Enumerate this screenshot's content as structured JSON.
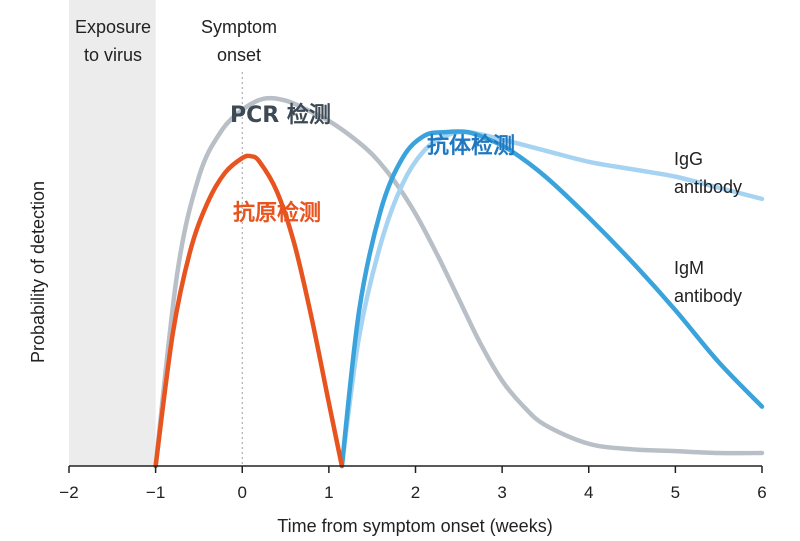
{
  "chart_data": {
    "type": "line",
    "xlabel": "Time from symptom onset (weeks)",
    "ylabel": "Probability of detection",
    "xlim": [
      -2,
      6
    ],
    "ylim": [
      0,
      1
    ],
    "xticks": [
      -2,
      -1,
      0,
      1,
      2,
      3,
      4,
      5,
      6
    ],
    "xtick_labels": [
      "−2",
      "−1",
      "0",
      "1",
      "2",
      "3",
      "4",
      "5",
      "6"
    ],
    "grid": false,
    "shaded_region": {
      "x": [
        -2,
        -1
      ],
      "color": "#ececec"
    },
    "reference_line": {
      "x": 0,
      "style": "dotted"
    },
    "top_labels": {
      "exposure_line1": "Exposure",
      "exposure_line2": "to virus",
      "onset_line1": "Symptom",
      "onset_line2": "onset"
    },
    "series": [
      {
        "name": "PCR 检测",
        "color": "#b9bfc6",
        "label_color": "#3d4a55",
        "x": [
          -1,
          -0.75,
          -0.5,
          -0.25,
          0,
          0.25,
          0.5,
          0.75,
          1,
          1.25,
          1.5,
          1.75,
          2,
          2.25,
          2.5,
          2.75,
          3,
          3.25,
          3.5,
          4,
          4.5,
          5,
          5.5,
          6
        ],
        "y": [
          0,
          0.52,
          0.78,
          0.9,
          0.96,
          0.99,
          0.985,
          0.96,
          0.93,
          0.89,
          0.84,
          0.77,
          0.68,
          0.57,
          0.45,
          0.33,
          0.23,
          0.16,
          0.11,
          0.06,
          0.045,
          0.04,
          0.035,
          0.035
        ]
      },
      {
        "name": "抗原检测",
        "color": "#e8541f",
        "label_color": "#e8541f",
        "x": [
          -1,
          -0.8,
          -0.6,
          -0.4,
          -0.2,
          0,
          0.1,
          0.2,
          0.4,
          0.6,
          0.8,
          1,
          1.15
        ],
        "y": [
          0,
          0.36,
          0.58,
          0.71,
          0.79,
          0.83,
          0.835,
          0.82,
          0.74,
          0.6,
          0.4,
          0.17,
          0
        ]
      },
      {
        "name": "IgG antibody",
        "color": "#a6d3f2",
        "label_color": "#222222",
        "x": [
          1.15,
          1.35,
          1.6,
          1.85,
          2.1,
          2.35,
          2.6,
          3,
          3.5,
          4,
          4.5,
          5,
          5.5,
          6
        ],
        "y": [
          0,
          0.35,
          0.6,
          0.76,
          0.85,
          0.89,
          0.9,
          0.88,
          0.85,
          0.82,
          0.8,
          0.78,
          0.75,
          0.72
        ]
      },
      {
        "name": "IgM antibody",
        "color": "#3aa3dc",
        "label_color": "#222222",
        "x": [
          1.15,
          1.35,
          1.6,
          1.85,
          2.1,
          2.35,
          2.6,
          2.85,
          3.1,
          3.5,
          4,
          4.5,
          5,
          5.5,
          6
        ],
        "y": [
          0,
          0.42,
          0.69,
          0.83,
          0.89,
          0.9,
          0.9,
          0.88,
          0.85,
          0.78,
          0.67,
          0.55,
          0.42,
          0.28,
          0.16
        ]
      }
    ],
    "annotations": {
      "pcr": "PCR 检测",
      "antigen": "抗原检测",
      "antibody": "抗体检测",
      "igg_line1": "IgG",
      "igg_line2": "antibody",
      "igm_line1": "IgM",
      "igm_line2": "antibody"
    },
    "antibody_label_color": "#1f78c1"
  }
}
